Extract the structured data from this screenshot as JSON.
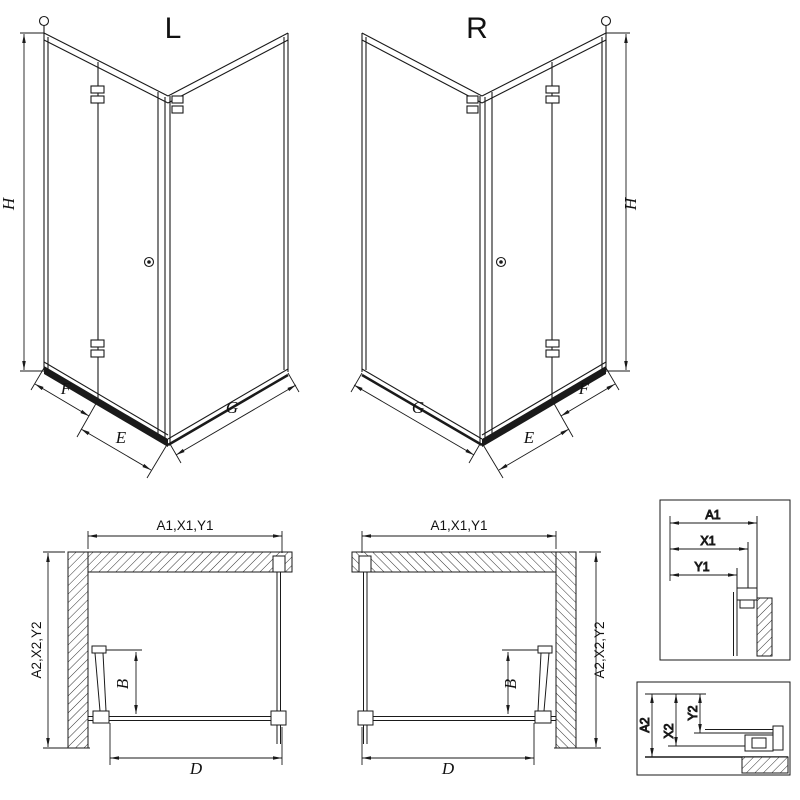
{
  "drawing": {
    "views_3d": {
      "left": {
        "title": "L",
        "dim_height": "H",
        "dim_fixed": "F",
        "dim_entry": "E",
        "dim_side": "G"
      },
      "right": {
        "title": "R",
        "dim_height": "H",
        "dim_fixed": "F",
        "dim_entry": "E",
        "dim_side": "G"
      }
    },
    "plans": {
      "left": {
        "dim_width": "A1,X1,Y1",
        "dim_depth": "A2,X2,Y2",
        "dim_door": "B",
        "dim_opening": "D"
      },
      "right": {
        "dim_width": "A1,X1,Y1",
        "dim_depth": "A2,X2,Y2",
        "dim_door": "B",
        "dim_opening": "D"
      }
    },
    "details": {
      "top": {
        "dim_a1": "A1",
        "dim_x1": "X1",
        "dim_y1": "Y1"
      },
      "bottom": {
        "dim_a2": "A2",
        "dim_x2": "X2",
        "dim_y2": "Y2"
      }
    },
    "colors": {
      "line": "#1a1a1a",
      "background": "#ffffff"
    }
  }
}
